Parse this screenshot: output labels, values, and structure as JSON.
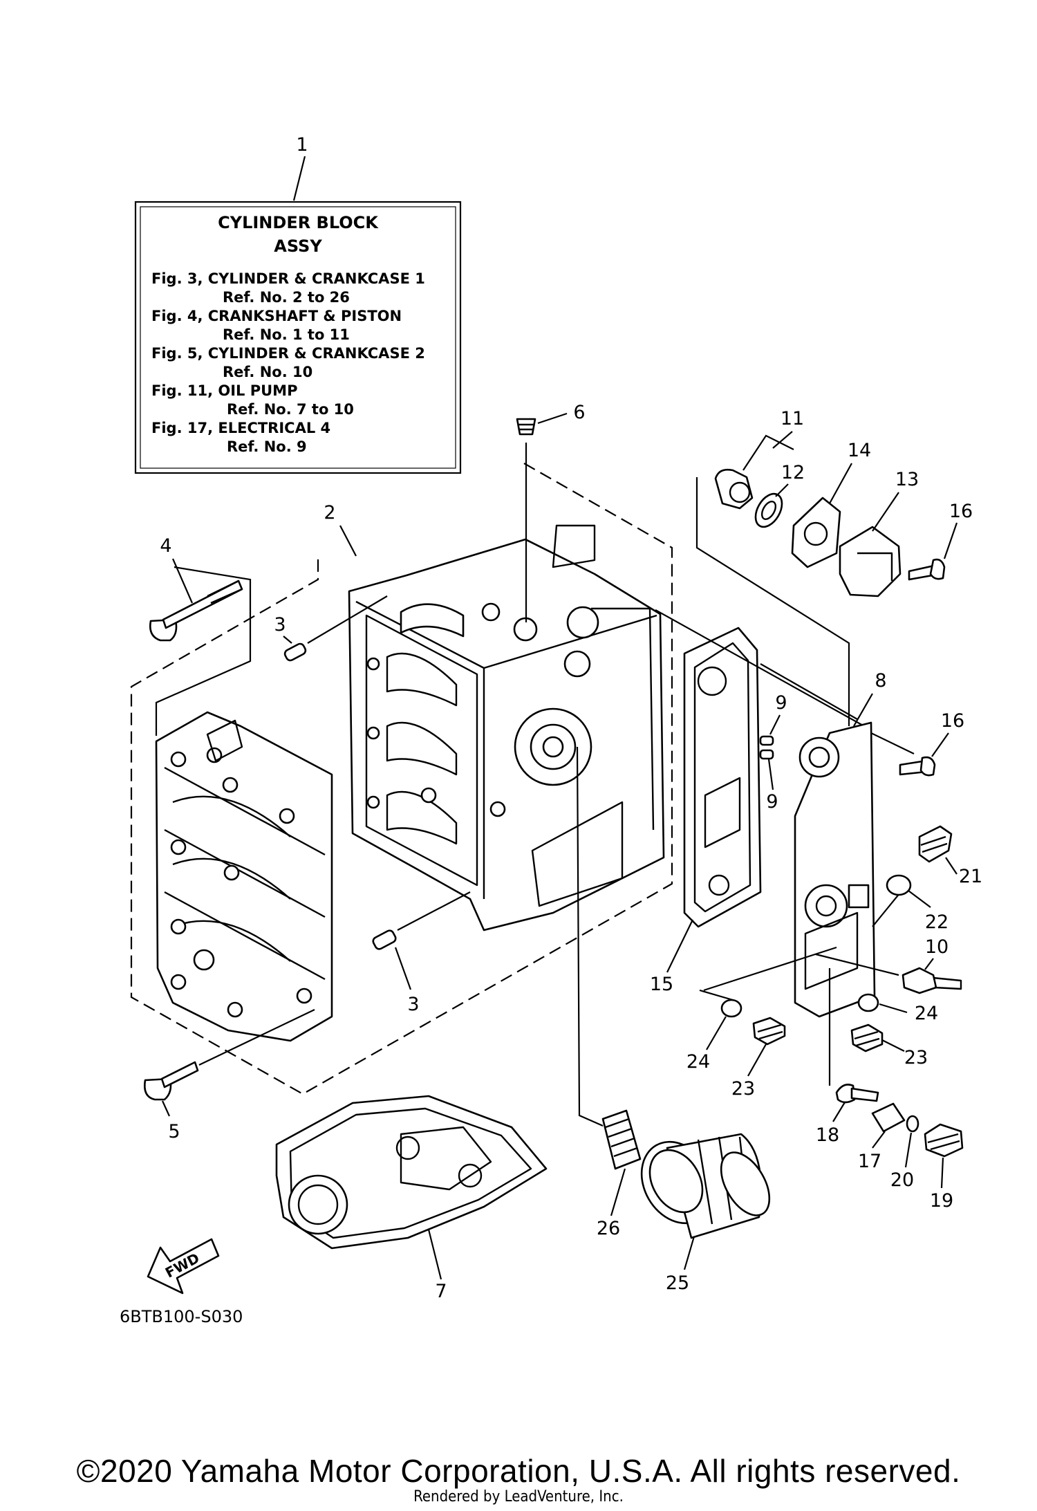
{
  "info_box": {
    "callout": "1",
    "title_line1": "CYLINDER BLOCK",
    "title_line2": "ASSY",
    "lines": [
      "Fig. 3, CYLINDER & CRANKCASE 1",
      "Ref. No. 2 to 26",
      "Fig. 4, CRANKSHAFT & PISTON",
      "Ref. No. 1 to 11",
      "Fig. 5, CYLINDER & CRANKCASE 2",
      "Ref. No. 10",
      "Fig. 11, OIL PUMP",
      "Ref. No. 7 to 10",
      "Fig. 17, ELECTRICAL 4",
      "Ref. No. 9"
    ]
  },
  "callouts": [
    "1",
    "2",
    "3",
    "3",
    "4",
    "5",
    "6",
    "7",
    "8",
    "9",
    "9",
    "10",
    "11",
    "12",
    "13",
    "14",
    "15",
    "16",
    "16",
    "17",
    "18",
    "19",
    "20",
    "21",
    "22",
    "23",
    "23",
    "24",
    "24",
    "25",
    "26"
  ],
  "fwd_label": "FWD",
  "diagram_code": "6BTB100-S030",
  "copyright": "©2020 Yamaha Motor Corporation, U.S.A. All rights reserved.",
  "rendered_by": "Rendered by LeadVenture, Inc."
}
